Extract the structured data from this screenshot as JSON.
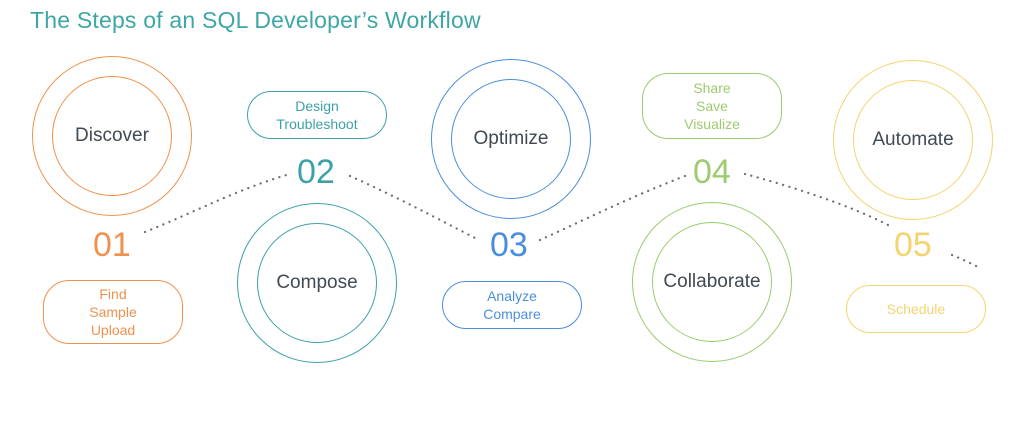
{
  "title": "The Steps of an SQL Developer’s Workflow",
  "steps": [
    {
      "name": "Discover",
      "number": "01",
      "color": "#f0914d",
      "tasks": [
        "Find",
        "Sample",
        "Upload"
      ]
    },
    {
      "name": "Compose",
      "number": "02",
      "color": "#3ea1a8",
      "tasks": [
        "Design",
        "Troubleshoot"
      ]
    },
    {
      "name": "Optimize",
      "number": "03",
      "color": "#4a8fdc",
      "tasks": [
        "Analyze",
        "Compare"
      ]
    },
    {
      "name": "Collaborate",
      "number": "04",
      "color": "#9dcb6e",
      "tasks": [
        "Share",
        "Save",
        "Visualize"
      ]
    },
    {
      "name": "Automate",
      "number": "05",
      "color": "#f4d46f",
      "tasks": [
        "Schedule"
      ]
    }
  ]
}
